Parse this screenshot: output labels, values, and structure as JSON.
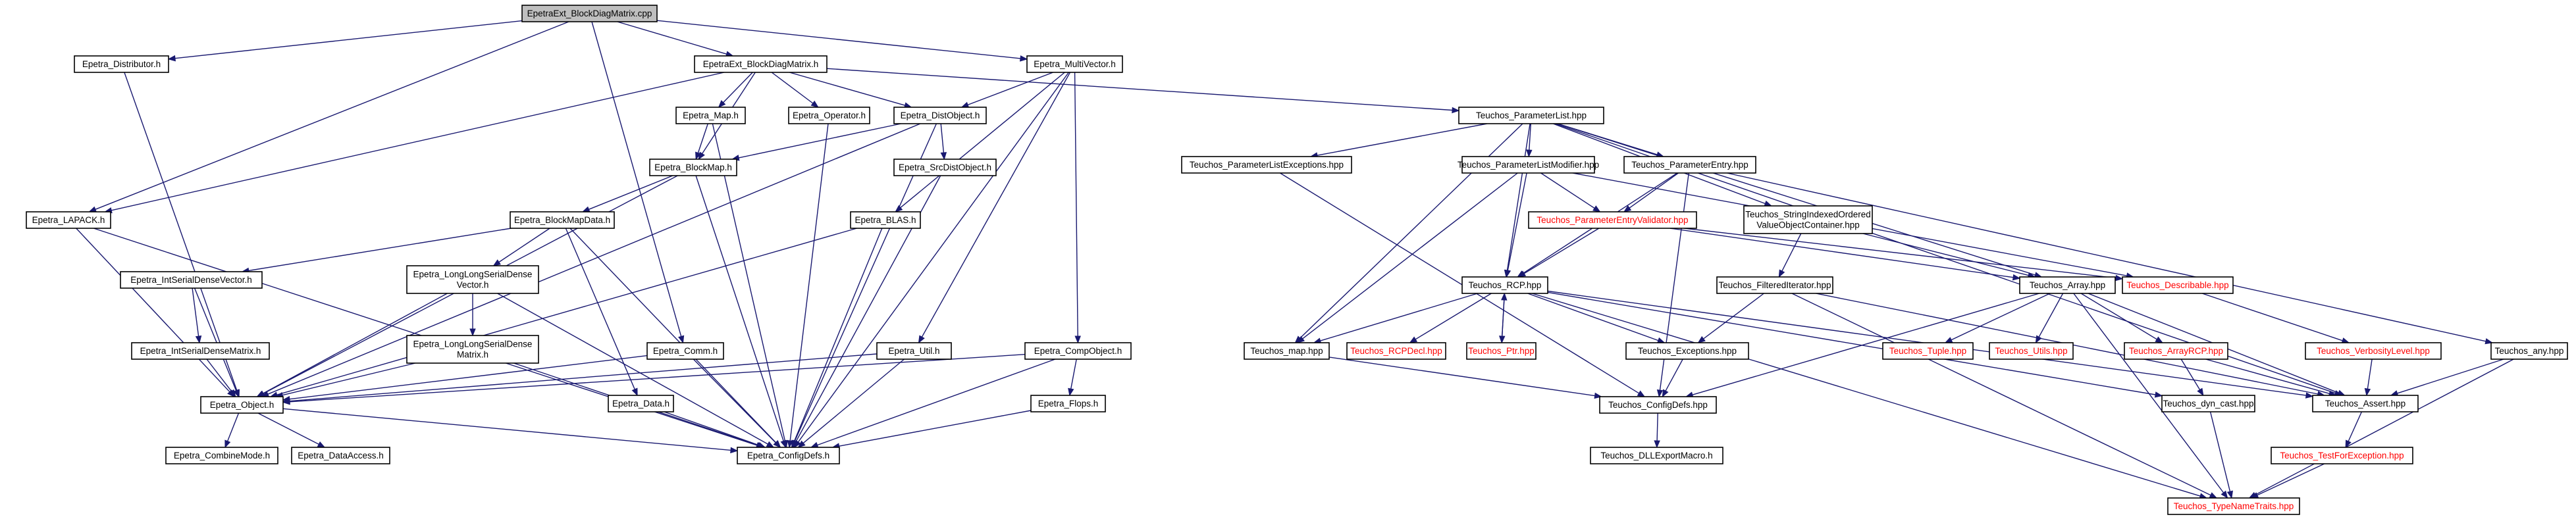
{
  "graph": {
    "nodes": [
      {
        "id": "root",
        "label": "EpetraExt_BlockDiagMatrix.cpp",
        "root": true
      },
      {
        "id": "distributor",
        "label": "Epetra_Distributor.h"
      },
      {
        "id": "ebdm_h",
        "label": "EpetraExt_BlockDiagMatrix.h"
      },
      {
        "id": "multivector",
        "label": "Epetra_MultiVector.h"
      },
      {
        "id": "map",
        "label": "Epetra_Map.h"
      },
      {
        "id": "operator",
        "label": "Epetra_Operator.h"
      },
      {
        "id": "distobject",
        "label": "Epetra_DistObject.h"
      },
      {
        "id": "plist",
        "label": "Teuchos_ParameterList.hpp"
      },
      {
        "id": "blockmap",
        "label": "Epetra_BlockMap.h"
      },
      {
        "id": "srcdist",
        "label": "Epetra_SrcDistObject.h"
      },
      {
        "id": "lapack",
        "label": "Epetra_LAPACK.h"
      },
      {
        "id": "bmdata",
        "label": "Epetra_BlockMapData.h"
      },
      {
        "id": "blas",
        "label": "Epetra_BLAS.h"
      },
      {
        "id": "isdv",
        "label": "Epetra_IntSerialDenseVector.h"
      },
      {
        "id": "llsdv",
        "label": [
          "Epetra_LongLongSerialDense",
          "Vector.h"
        ]
      },
      {
        "id": "isdm",
        "label": "Epetra_IntSerialDenseMatrix.h"
      },
      {
        "id": "llsdm",
        "label": [
          "Epetra_LongLongSerialDense",
          "Matrix.h"
        ]
      },
      {
        "id": "comm",
        "label": "Epetra_Comm.h"
      },
      {
        "id": "util",
        "label": "Epetra_Util.h"
      },
      {
        "id": "compobject",
        "label": "Epetra_CompObject.h"
      },
      {
        "id": "object",
        "label": "Epetra_Object.h"
      },
      {
        "id": "data",
        "label": "Epetra_Data.h"
      },
      {
        "id": "flops",
        "label": "Epetra_Flops.h"
      },
      {
        "id": "combinemode",
        "label": "Epetra_CombineMode.h"
      },
      {
        "id": "dataaccess",
        "label": "Epetra_DataAccess.h"
      },
      {
        "id": "configdefs",
        "label": "Epetra_ConfigDefs.h"
      },
      {
        "id": "plexc",
        "label": "Teuchos_ParameterListExceptions.hpp"
      },
      {
        "id": "plmod",
        "label": "Teuchos_ParameterListModifier.hpp"
      },
      {
        "id": "pentry",
        "label": "Teuchos_ParameterEntry.hpp"
      },
      {
        "id": "strindexed",
        "label": [
          "Teuchos_StringIndexedOrdered",
          "ValueObjectContainer.hpp"
        ]
      },
      {
        "id": "pevalidator",
        "label": "Teuchos_ParameterEntryValidator.hpp",
        "red": true
      },
      {
        "id": "filtered",
        "label": "Teuchos_FilteredIterator.hpp"
      },
      {
        "id": "array",
        "label": "Teuchos_Array.hpp"
      },
      {
        "id": "describable",
        "label": "Teuchos_Describable.hpp",
        "red": true
      },
      {
        "id": "rcp",
        "label": "Teuchos_RCP.hpp"
      },
      {
        "id": "map_t",
        "label": "Teuchos_map.hpp"
      },
      {
        "id": "rcpdecl",
        "label": "Teuchos_RCPDecl.hpp",
        "red": true
      },
      {
        "id": "ptr",
        "label": "Teuchos_Ptr.hpp",
        "red": true
      },
      {
        "id": "exceptions",
        "label": "Teuchos_Exceptions.hpp"
      },
      {
        "id": "tuple",
        "label": "Teuchos_Tuple.hpp",
        "red": true
      },
      {
        "id": "utils",
        "label": "Teuchos_Utils.hpp",
        "red": true
      },
      {
        "id": "arrayrcp",
        "label": "Teuchos_ArrayRCP.hpp",
        "red": true
      },
      {
        "id": "verbosity",
        "label": "Teuchos_VerbosityLevel.hpp",
        "red": true
      },
      {
        "id": "any",
        "label": "Teuchos_any.hpp"
      },
      {
        "id": "tconfig",
        "label": "Teuchos_ConfigDefs.hpp"
      },
      {
        "id": "dyncast",
        "label": "Teuchos_dyn_cast.hpp"
      },
      {
        "id": "assert",
        "label": "Teuchos_Assert.hpp"
      },
      {
        "id": "dllexport",
        "label": "Teuchos_DLLExportMacro.h"
      },
      {
        "id": "testforexc",
        "label": "Teuchos_TestForException.hpp",
        "red": true
      },
      {
        "id": "typename",
        "label": "Teuchos_TypeNameTraits.hpp",
        "red": true
      }
    ],
    "edges": [
      [
        "root",
        "distributor"
      ],
      [
        "root",
        "ebdm_h"
      ],
      [
        "root",
        "multivector"
      ],
      [
        "root",
        "lapack"
      ],
      [
        "root",
        "comm"
      ],
      [
        "distributor",
        "object"
      ],
      [
        "ebdm_h",
        "map"
      ],
      [
        "ebdm_h",
        "operator"
      ],
      [
        "ebdm_h",
        "distobject"
      ],
      [
        "ebdm_h",
        "blockmap"
      ],
      [
        "ebdm_h",
        "lapack"
      ],
      [
        "ebdm_h",
        "plist"
      ],
      [
        "multivector",
        "distobject"
      ],
      [
        "multivector",
        "blas"
      ],
      [
        "multivector",
        "util"
      ],
      [
        "multivector",
        "compobject"
      ],
      [
        "multivector",
        "configdefs"
      ],
      [
        "map",
        "blockmap"
      ],
      [
        "map",
        "configdefs"
      ],
      [
        "operator",
        "configdefs"
      ],
      [
        "distobject",
        "blockmap"
      ],
      [
        "distobject",
        "srcdist"
      ],
      [
        "distobject",
        "object"
      ],
      [
        "distobject",
        "configdefs"
      ],
      [
        "blockmap",
        "bmdata"
      ],
      [
        "blockmap",
        "object"
      ],
      [
        "blockmap",
        "configdefs"
      ],
      [
        "srcdist",
        "configdefs"
      ],
      [
        "lapack",
        "object"
      ],
      [
        "lapack",
        "configdefs"
      ],
      [
        "bmdata",
        "isdv"
      ],
      [
        "bmdata",
        "llsdv"
      ],
      [
        "bmdata",
        "data"
      ],
      [
        "bmdata",
        "configdefs"
      ],
      [
        "blas",
        "object"
      ],
      [
        "blas",
        "configdefs"
      ],
      [
        "isdv",
        "isdm"
      ],
      [
        "isdv",
        "object"
      ],
      [
        "llsdv",
        "llsdm"
      ],
      [
        "llsdv",
        "object"
      ],
      [
        "llsdv",
        "configdefs"
      ],
      [
        "isdm",
        "object"
      ],
      [
        "llsdm",
        "object"
      ],
      [
        "llsdm",
        "configdefs"
      ],
      [
        "comm",
        "object"
      ],
      [
        "comm",
        "configdefs"
      ],
      [
        "util",
        "object"
      ],
      [
        "util",
        "configdefs"
      ],
      [
        "compobject",
        "flops"
      ],
      [
        "compobject",
        "object"
      ],
      [
        "compobject",
        "configdefs"
      ],
      [
        "object",
        "combinemode"
      ],
      [
        "object",
        "dataaccess"
      ],
      [
        "object",
        "configdefs"
      ],
      [
        "data",
        "configdefs"
      ],
      [
        "flops",
        "configdefs"
      ],
      [
        "plist",
        "plexc"
      ],
      [
        "plist",
        "plmod"
      ],
      [
        "plist",
        "pentry"
      ],
      [
        "plist",
        "strindexed"
      ],
      [
        "plist",
        "map_t"
      ],
      [
        "plist",
        "rcp"
      ],
      [
        "plist",
        "array"
      ],
      [
        "plist",
        "assert"
      ],
      [
        "plexc",
        "tconfig"
      ],
      [
        "plmod",
        "rcp"
      ],
      [
        "plmod",
        "pevalidator"
      ],
      [
        "plmod",
        "map_t"
      ],
      [
        "plmod",
        "describable"
      ],
      [
        "pentry",
        "pevalidator"
      ],
      [
        "pentry",
        "rcp"
      ],
      [
        "pentry",
        "any"
      ],
      [
        "pentry",
        "tconfig"
      ],
      [
        "strindexed",
        "filtered"
      ],
      [
        "strindexed",
        "array"
      ],
      [
        "pevalidator",
        "rcp"
      ],
      [
        "pevalidator",
        "array"
      ],
      [
        "pevalidator",
        "describable"
      ],
      [
        "filtered",
        "exceptions"
      ],
      [
        "filtered",
        "assert"
      ],
      [
        "filtered",
        "typename"
      ],
      [
        "array",
        "tuple"
      ],
      [
        "array",
        "utils"
      ],
      [
        "array",
        "arrayrcp"
      ],
      [
        "array",
        "assert"
      ],
      [
        "array",
        "typename"
      ],
      [
        "array",
        "tconfig"
      ],
      [
        "describable",
        "verbosity"
      ],
      [
        "rcp",
        "map_t"
      ],
      [
        "rcp",
        "rcpdecl"
      ],
      [
        "rcp",
        "ptr"
      ],
      [
        "rcp",
        "exceptions"
      ],
      [
        "rcp",
        "dyncast"
      ],
      [
        "rcp",
        "assert"
      ],
      [
        "rcp",
        "typename"
      ],
      [
        "map_t",
        "tconfig"
      ],
      [
        "ptr",
        "rcp"
      ],
      [
        "exceptions",
        "tconfig"
      ],
      [
        "arrayrcp",
        "dyncast"
      ],
      [
        "arrayrcp",
        "assert"
      ],
      [
        "verbosity",
        "assert"
      ],
      [
        "any",
        "assert"
      ],
      [
        "any",
        "typename"
      ],
      [
        "tconfig",
        "dllexport"
      ],
      [
        "dyncast",
        "typename"
      ],
      [
        "assert",
        "testforexc"
      ],
      [
        "testforexc",
        "typename"
      ]
    ]
  }
}
